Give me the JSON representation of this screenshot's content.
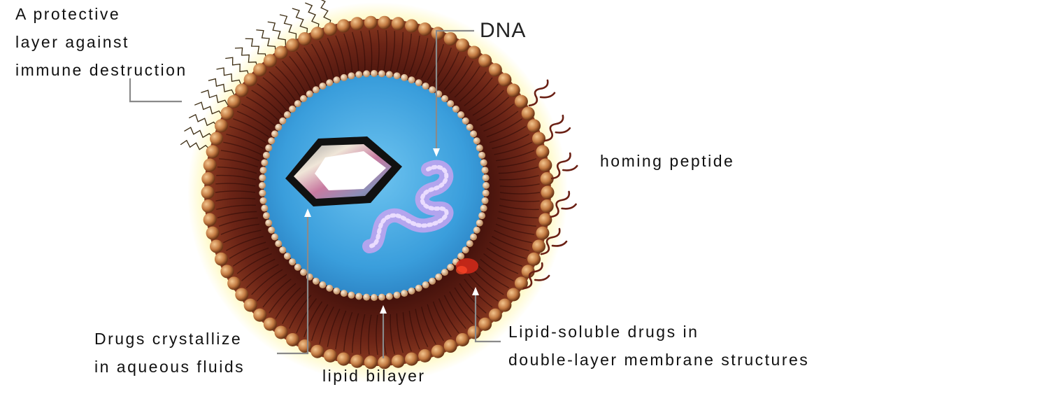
{
  "labels": {
    "protective_layer": [
      "A protective",
      "layer against",
      "immune destruction"
    ],
    "dna": "DNA",
    "homing_peptide": "homing peptide",
    "drugs_crystallize": [
      "Drugs crystallize",
      "in aqueous fluids"
    ],
    "lipid_bilayer": "lipid bilayer",
    "lipid_soluble": [
      "Lipid-soluble drugs in",
      "double-layer membrane structures"
    ]
  },
  "colors": {
    "outer_glow": "#fff27a",
    "head_bead": "#c98a52",
    "membrane": "#5a1a12",
    "aqueous_core": "#3fa6e0",
    "inner_bead": "#d9b48c",
    "dna_strand": "#c6a3f0",
    "peptide": "#6a2014",
    "pointer": "#888888",
    "drug_spot": "#d62a1a"
  }
}
